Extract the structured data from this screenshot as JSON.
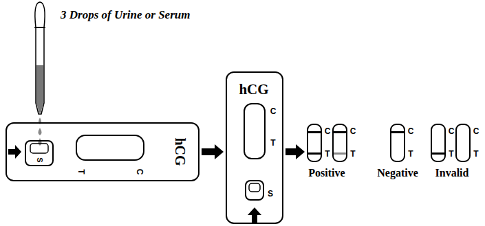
{
  "diagram": {
    "nodes": [
      {
        "text": [
          "hCG"
        ]
      },
      {
        "text": [
          "S"
        ],
        "in": 0
      },
      {
        "text": [
          "C",
          "T"
        ],
        "in": 0
      },
      {
        "text": [
          "hCG"
        ]
      },
      {
        "text": [
          "C",
          "T"
        ],
        "in": 3
      },
      {
        "text": [
          "S"
        ],
        "in": 3
      },
      {
        "text": [
          "C",
          "T"
        ]
      },
      {
        "text": [
          "C",
          "T"
        ]
      },
      {
        "text": [
          "C",
          "T"
        ]
      },
      {
        "text": [
          "C",
          "T"
        ]
      },
      {
        "text": [
          "C",
          "T"
        ]
      }
    ],
    "edges": [
      {
        "from": 0,
        "to": 3,
        "arrow": "to"
      },
      {
        "from": 3,
        "to": 6,
        "arrow": "to"
      }
    ],
    "labels": [
      "3 Drops of Urine or Serum",
      "Positive",
      "Negative",
      "Invalid"
    ]
  }
}
